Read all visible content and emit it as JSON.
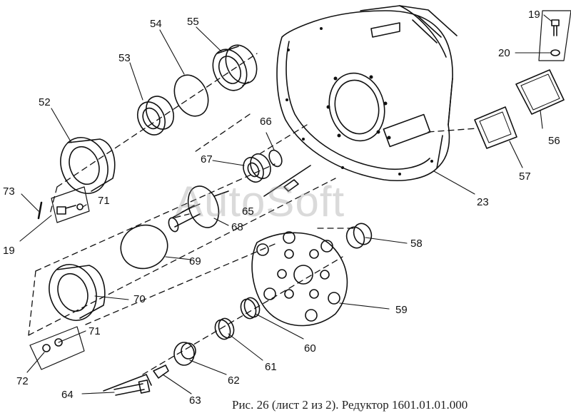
{
  "caption": "Рис. 26 (лист 2 из 2). Редуктор 1601.01.01.000",
  "watermark": "AutoSoft",
  "callouts": [
    {
      "id": "19a",
      "text": "19"
    },
    {
      "id": "20",
      "text": "20"
    },
    {
      "id": "54",
      "text": "54"
    },
    {
      "id": "55",
      "text": "55"
    },
    {
      "id": "53",
      "text": "53"
    },
    {
      "id": "52",
      "text": "52"
    },
    {
      "id": "66",
      "text": "66"
    },
    {
      "id": "67",
      "text": "67"
    },
    {
      "id": "56",
      "text": "56"
    },
    {
      "id": "57",
      "text": "57"
    },
    {
      "id": "23",
      "text": "23"
    },
    {
      "id": "73",
      "text": "73"
    },
    {
      "id": "71a",
      "text": "71"
    },
    {
      "id": "65",
      "text": "65"
    },
    {
      "id": "68",
      "text": "68"
    },
    {
      "id": "19b",
      "text": "19"
    },
    {
      "id": "69",
      "text": "69"
    },
    {
      "id": "58",
      "text": "58"
    },
    {
      "id": "70",
      "text": "70"
    },
    {
      "id": "59",
      "text": "59"
    },
    {
      "id": "71b",
      "text": "71"
    },
    {
      "id": "60",
      "text": "60"
    },
    {
      "id": "61",
      "text": "61"
    },
    {
      "id": "72",
      "text": "72"
    },
    {
      "id": "62",
      "text": "62"
    },
    {
      "id": "64",
      "text": "64"
    },
    {
      "id": "63",
      "text": "63"
    }
  ]
}
